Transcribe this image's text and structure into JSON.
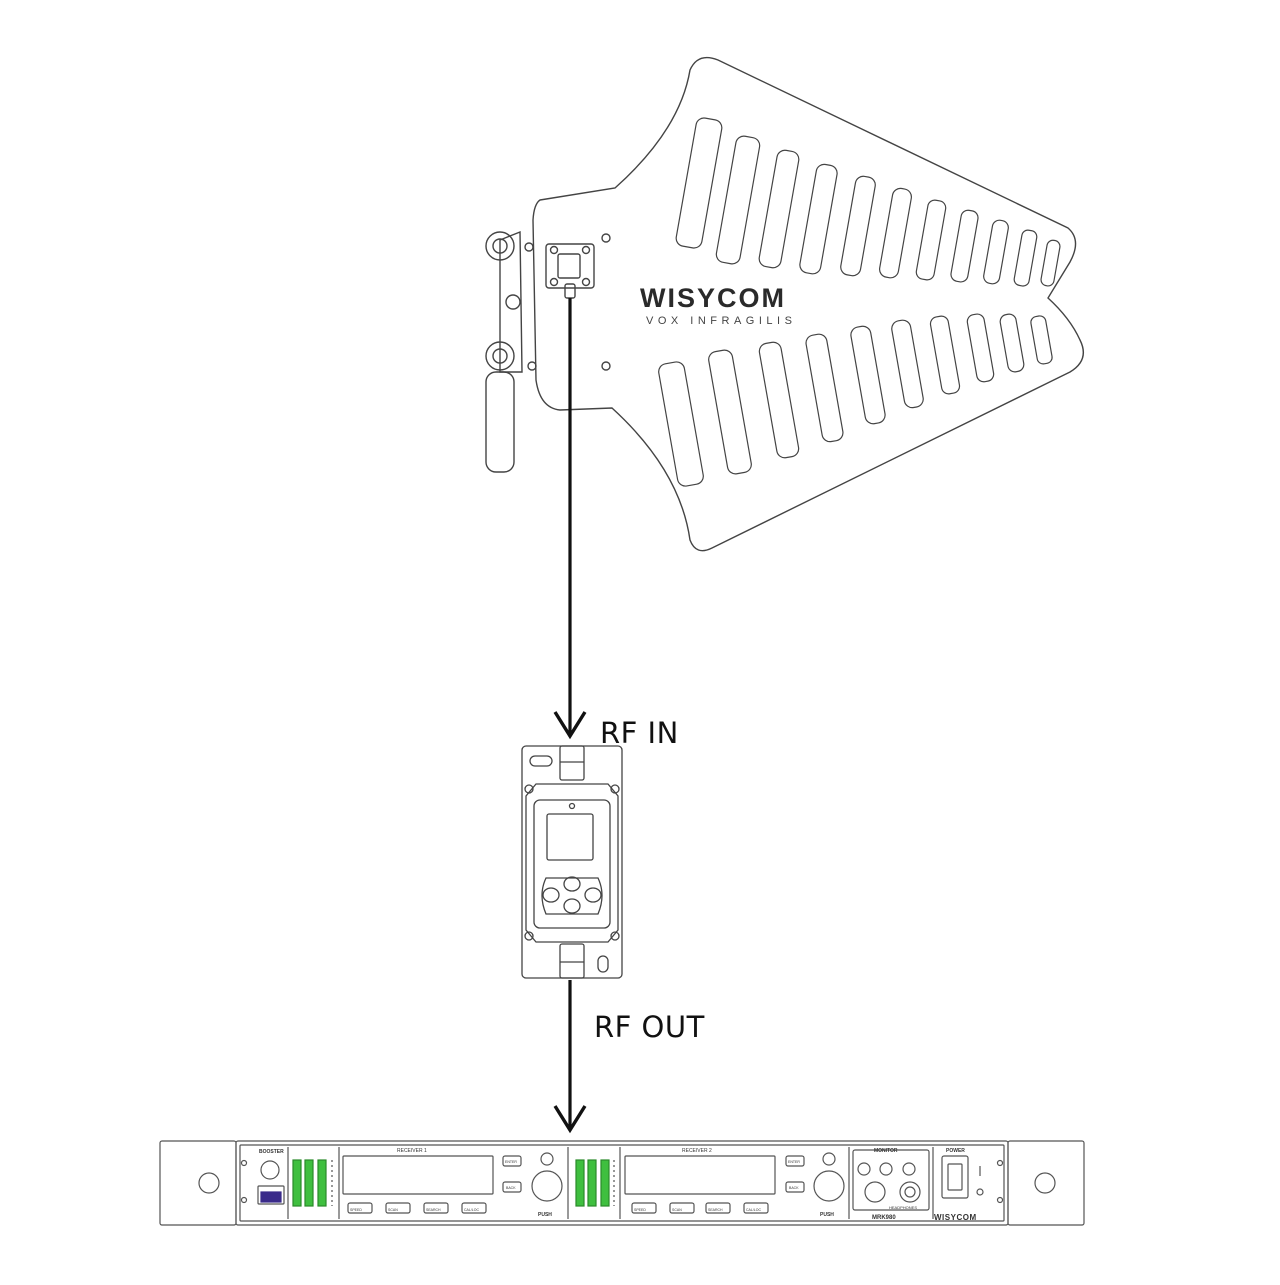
{
  "brand": {
    "name": "WISYCOM",
    "tagline": "VOX INFRAGILIS"
  },
  "labels": {
    "rf_in": "RF IN",
    "rf_out": "RF OUT"
  },
  "receiver": {
    "model": "MRK980",
    "brand": "WISYCOM",
    "booster_label": "BOOSTER",
    "receiver1_label": "RECEIVER 1",
    "receiver2_label": "RECEIVER 2",
    "monitor_label": "MONITOR",
    "power_label": "POWER",
    "push_label": "PUSH",
    "headphones_label": "HEADPHONES",
    "rx1_buttons": [
      "SPEED",
      "SCAN",
      "SEARCH",
      "CAL/LOC"
    ],
    "rx2_buttons": [
      "SPEED",
      "SCAN",
      "SEARCH",
      "CAL/LOC"
    ],
    "side_buttons": [
      "ENTER",
      "BACK"
    ]
  },
  "colors": {
    "line": "#1a1a1a",
    "arrow": "#111111",
    "meter_green": "#3fbf3f",
    "booster_screen": "#3a2a8a"
  }
}
